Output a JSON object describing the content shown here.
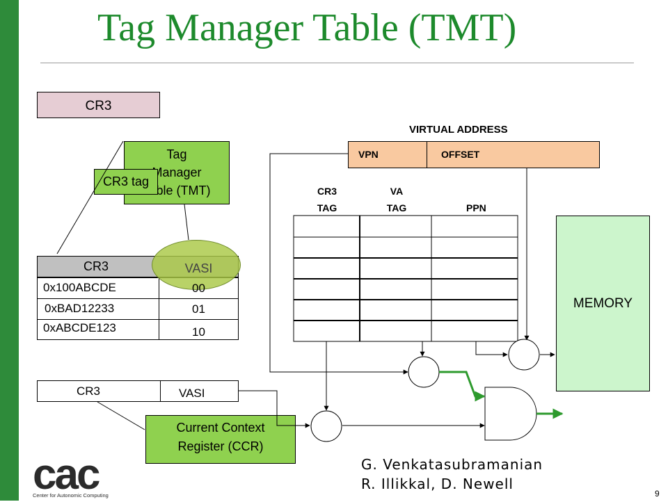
{
  "slide": {
    "title": "Tag Manager Table (TMT)",
    "page_number": "9",
    "authors": [
      "G. Venkatasubramanian",
      "R. Illikkal, D. Newell"
    ]
  },
  "colors": {
    "sidebar": "#2e8b3a",
    "title": "#1d8a2c",
    "tmt_box": "#8fd14f",
    "cr3_box": "#e6cdd4",
    "virtual_address": "#f9c9a0",
    "memory": "#ccf5cc",
    "vasi_highlight": "#b3cf50",
    "arrow_green": "#2d9a2d"
  },
  "cr3_register": {
    "label": "CR3"
  },
  "tmt_box": {
    "line1": "Tag",
    "line2": "Manager",
    "line3": "Table (TMT)"
  },
  "cr3_tag_callout": {
    "label": "CR3 tag"
  },
  "tmt_table": {
    "headers": [
      "CR3",
      "VASI"
    ],
    "rows": [
      [
        "0x100ABCDE",
        "00"
      ],
      [
        "0xBAD12233",
        "01"
      ],
      [
        "0xABCDE123",
        "10"
      ]
    ]
  },
  "virtual_address": {
    "title": "VIRTUAL ADDRESS",
    "vpn": "VPN",
    "offset": "OFFSET"
  },
  "tlb": {
    "col_cr3_tag": [
      "CR3",
      "TAG"
    ],
    "col_va_tag": [
      "VA",
      "TAG"
    ],
    "col_ppn": "PPN",
    "rows": 6
  },
  "memory": {
    "label": "MEMORY"
  },
  "ccr": {
    "field_cr3": "CR3",
    "field_vasi": "VASI",
    "line1": "Current Context",
    "line2": "Register (CCR)"
  },
  "logo": {
    "text": "cac",
    "subtitle": "Center for Autonomic Computing"
  }
}
